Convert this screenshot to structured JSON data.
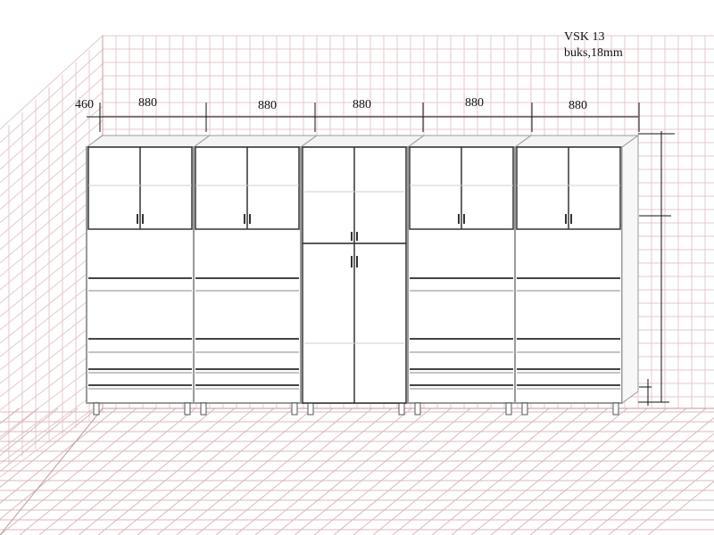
{
  "title": {
    "model": "VSK 13",
    "material": "buks,18mm"
  },
  "dimensions": {
    "depth": "460",
    "widths": [
      "880",
      "880",
      "880",
      "880",
      "880"
    ]
  },
  "cabinets": [
    {
      "type": "upper-doors-open-shelves"
    },
    {
      "type": "upper-doors-open-shelves"
    },
    {
      "type": "tall-wardrobe"
    },
    {
      "type": "upper-doors-open-shelves"
    },
    {
      "type": "upper-doors-open-shelves"
    }
  ],
  "colors": {
    "grid": "#e6c8cc",
    "floor": "#d9b9bd",
    "line": "#222222",
    "panel": "#9a9a9a"
  }
}
